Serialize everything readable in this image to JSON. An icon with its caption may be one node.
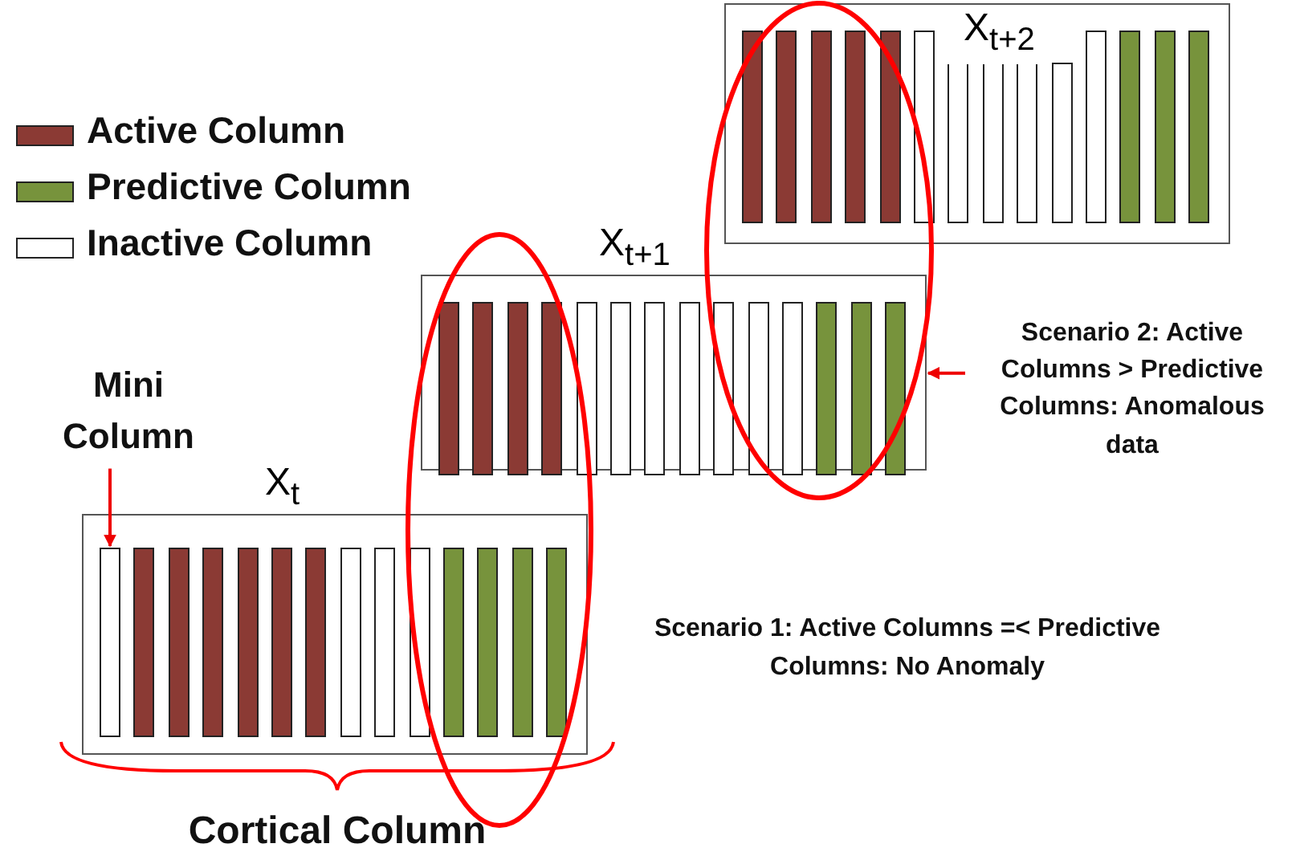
{
  "diagram": {
    "nodes": [
      {
        "text": [
          "X$_{t+2}$"
        ]
      },
      {
        "text": [],
        "shape": "bar",
        "in": 0
      },
      {
        "text": [],
        "shape": "bar",
        "in": 0
      },
      {
        "text": [],
        "shape": "bar",
        "in": 0
      },
      {
        "text": [],
        "shape": "bar",
        "in": 0
      },
      {
        "text": [],
        "shape": "bar",
        "in": 0
      },
      {
        "text": [],
        "shape": "bar",
        "in": 0
      },
      {
        "text": [],
        "shape": "bar",
        "in": 0
      },
      {
        "text": [],
        "shape": "bar",
        "in": 0
      },
      {
        "text": [],
        "shape": "bar",
        "in": 0
      },
      {
        "text": [],
        "shape": "bar",
        "in": 0
      },
      {
        "text": [],
        "shape": "bar",
        "in": 0
      },
      {
        "text": [],
        "shape": "bar",
        "in": 0
      },
      {
        "text": [],
        "shape": "bar",
        "in": 0
      },
      {
        "text": [],
        "shape": "bar",
        "in": 0
      },
      {
        "text": [
          "X$_{t+1}$"
        ]
      },
      {
        "text": [],
        "shape": "bar",
        "in": 15
      },
      {
        "text": [],
        "shape": "bar",
        "in": 15
      },
      {
        "text": [],
        "shape": "bar",
        "in": 15
      },
      {
        "text": [],
        "shape": "bar",
        "in": 15
      },
      {
        "text": [],
        "shape": "bar",
        "in": 15
      },
      {
        "text": [],
        "shape": "bar",
        "in": 15
      },
      {
        "text": [],
        "shape": "bar",
        "in": 15
      },
      {
        "text": [],
        "shape": "bar",
        "in": 15
      },
      {
        "text": [],
        "shape": "bar",
        "in": 15
      },
      {
        "text": [],
        "shape": "bar",
        "in": 15
      },
      {
        "text": [],
        "shape": "bar",
        "in": 15
      },
      {
        "text": [],
        "shape": "bar",
        "in": 15
      },
      {
        "text": [],
        "shape": "bar",
        "in": 15
      },
      {
        "text": [],
        "shape": "bar",
        "in": 15
      },
      {
        "text": [
          "Scenario 2: Active Columns > Predictive Columns: Anomalous data"
        ]
      },
      {
        "text": [
          "Mini Column"
        ]
      },
      {
        "text": [
          "X$_{t}$"
        ]
      },
      {
        "text": [],
        "shape": "bar",
        "in": 32
      },
      {
        "text": [],
        "shape": "bar",
        "in": 32
      },
      {
        "text": [],
        "shape": "bar",
        "in": 32
      },
      {
        "text": [],
        "shape": "bar",
        "in": 32
      },
      {
        "text": [],
        "shape": "bar",
        "in": 32
      },
      {
        "text": [],
        "shape": "bar",
        "in": 32
      },
      {
        "text": [],
        "shape": "bar",
        "in": 32
      },
      {
        "text": [],
        "shape": "bar",
        "in": 32
      },
      {
        "text": [],
        "shape": "bar",
        "in": 32
      },
      {
        "text": [],
        "shape": "bar",
        "in": 32
      },
      {
        "text": [],
        "shape": "bar",
        "in": 32
      },
      {
        "text": [],
        "shape": "bar",
        "in": 32
      },
      {
        "text": [],
        "shape": "bar",
        "in": 32
      },
      {
        "text": [],
        "shape": "bar",
        "in": 32
      }
    ],
    "edges": [
      {
        "from": 30,
        "to": 15,
        "arrow": "to"
      },
      {
        "from": 31,
        "to": 33,
        "arrow": "to"
      }
    ],
    "labels": [
      "Scenario 1: Active Columns =< Predictive Columns: No Anomaly",
      "Cortical Column"
    ],
    "legend": [
      {
        "text": "Active Column",
        "color": "#8b3a34"
      },
      {
        "text": "Predictive Column",
        "color": "#77933c"
      },
      {
        "text": "Inactive Column",
        "color": "#ffffff"
      }
    ]
  }
}
